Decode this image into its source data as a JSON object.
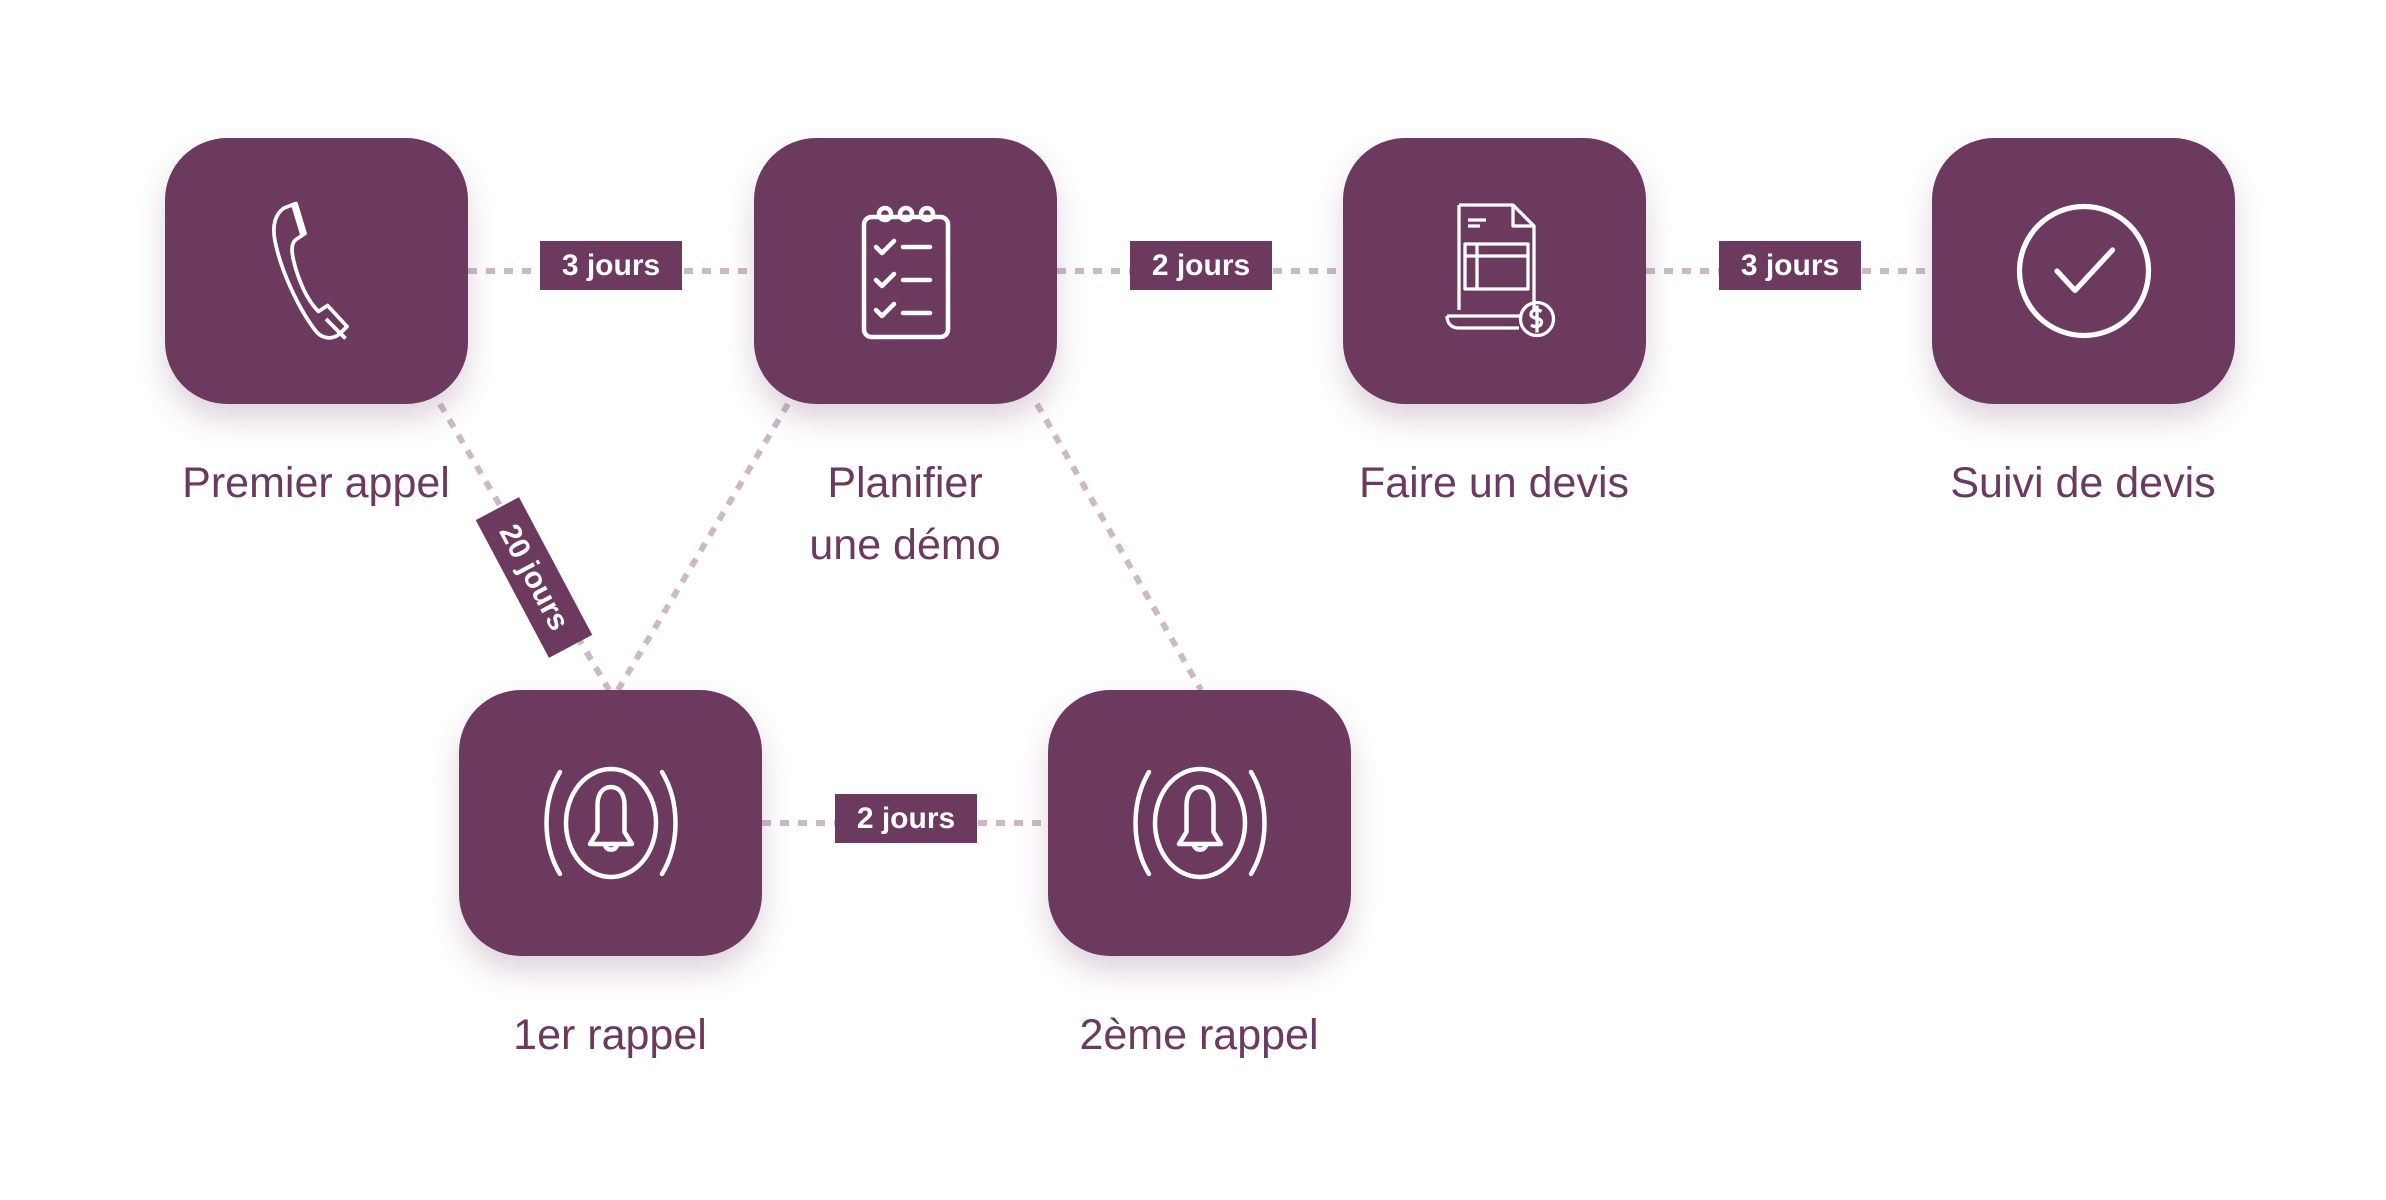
{
  "colors": {
    "node": "#6b3a5e",
    "connector": "#cbb9c8",
    "text": "#6b3a5e"
  },
  "nodes": [
    {
      "id": "premier-appel",
      "label": "Premier appel",
      "icon": "phone-icon"
    },
    {
      "id": "planifier-demo",
      "label_line1": "Planifier",
      "label_line2": "une démo",
      "icon": "checklist-icon"
    },
    {
      "id": "faire-devis",
      "label": "Faire un devis",
      "icon": "invoice-icon"
    },
    {
      "id": "suivi-devis",
      "label": "Suivi de devis",
      "icon": "check-circle-icon"
    },
    {
      "id": "premier-rappel",
      "label": "1er rappel",
      "icon": "bell-ringing-icon"
    },
    {
      "id": "deuxieme-rappel",
      "label": "2ème rappel",
      "icon": "bell-ringing-icon"
    }
  ],
  "edges": [
    {
      "from": "premier-appel",
      "to": "planifier-demo",
      "label": "3 jours"
    },
    {
      "from": "planifier-demo",
      "to": "faire-devis",
      "label": "2 jours"
    },
    {
      "from": "faire-devis",
      "to": "suivi-devis",
      "label": "3 jours"
    },
    {
      "from": "premier-appel",
      "to": "premier-rappel",
      "label": "20 jours"
    },
    {
      "from": "premier-rappel",
      "to": "deuxieme-rappel",
      "label": "2 jours"
    },
    {
      "from": "premier-rappel",
      "to": "planifier-demo",
      "label": ""
    },
    {
      "from": "deuxieme-rappel",
      "to": "planifier-demo",
      "label": ""
    }
  ]
}
